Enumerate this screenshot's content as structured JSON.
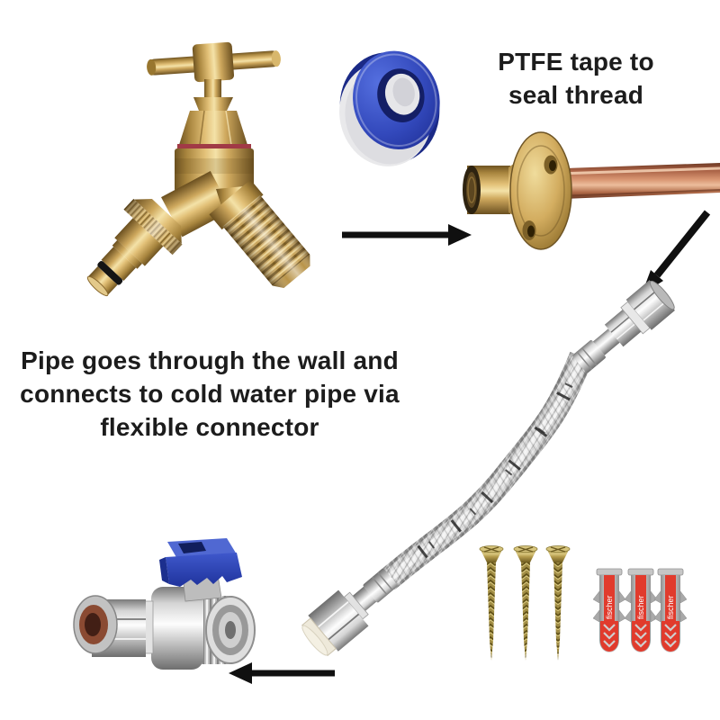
{
  "annotations": {
    "ptfe_label": "PTFE tape to\nseal thread",
    "pipe_route_label": "Pipe goes through the wall and\nconnects to cold water pipe via\nflexible connector"
  },
  "components": {
    "bib_tap": {
      "id": "brass-bib-tap-with-hose-union"
    },
    "ptfe_tape": {
      "id": "ptfe-tape-roll"
    },
    "wall_plate_elbow": {
      "id": "brass-wall-plate-elbow-with-copper-pipe"
    },
    "flexible_connector": {
      "id": "braided-flexible-tap-connector"
    },
    "service_valve": {
      "id": "chrome-angle-valve-blue-lever"
    },
    "screws": {
      "id": "wood-screws",
      "count": 3
    },
    "wall_plugs": {
      "id": "wall-plugs",
      "count": 3,
      "brand": "fischer"
    }
  },
  "arrows": [
    {
      "id": "arrow-tape-to-wallplate",
      "direction": "right"
    },
    {
      "id": "arrow-wallplate-to-connector",
      "direction": "down-left"
    },
    {
      "id": "arrow-connector-to-valve",
      "direction": "left"
    }
  ],
  "colors": {
    "background": "#ffffff",
    "text": "#1c1c1c",
    "arrow": "#101010",
    "brass": "#d4b26a",
    "copper": "#c08057",
    "chrome": "#d5d5d5",
    "ptfe_blue": "#2b3fae",
    "tape_white": "#ebebed",
    "valve_handle_blue": "#2f49bc",
    "screw_gold": "#a6914a",
    "plug_grey": "#b9b9b9",
    "plug_red": "#e13b2d"
  }
}
